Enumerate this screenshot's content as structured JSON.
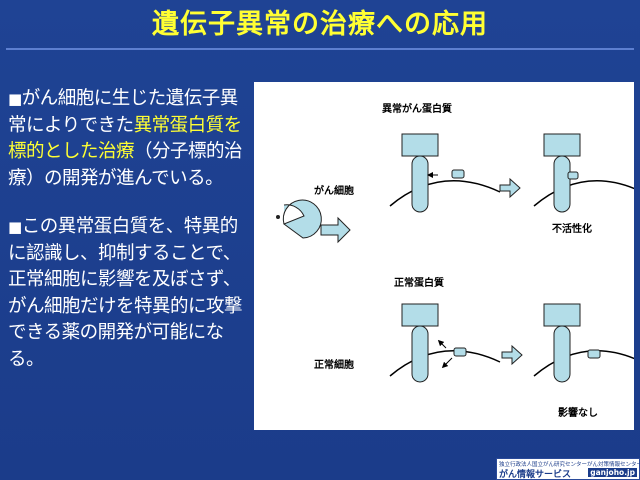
{
  "slide": {
    "title": "遺伝子異常の治療への応用"
  },
  "bullets": {
    "p1": {
      "marker": "■",
      "before": "がん細胞に生じた遺伝子異常によりできた",
      "highlight": "異常蛋白質を標的とした治療",
      "after": "（分子標的治療）の開発が進んでいる。"
    },
    "p2": {
      "marker": "■",
      "text": "この異常蛋白質を、特異的に認識し、抑制することで、正常細胞に影響を及ぼさず、がん細胞だけを特異的に攻撃できる薬の開発が可能になる。"
    }
  },
  "figure": {
    "label_abnormal_protein": "異常がん蛋白質",
    "label_cancer_cell": "がん細胞",
    "label_inactivated": "不活性化",
    "label_normal_protein": "正常蛋白質",
    "label_normal_cell": "正常細胞",
    "label_no_effect": "影響なし"
  },
  "footer": {
    "org": "独立行政法人国立がん研究センターがん対策情報センター",
    "service": "がん情報サービス",
    "url": "ganjoho.jp"
  },
  "colors": {
    "background": "#1d3f8f",
    "title": "#ffff33",
    "highlight": "#ffff33",
    "protein": "#b3dde8"
  }
}
